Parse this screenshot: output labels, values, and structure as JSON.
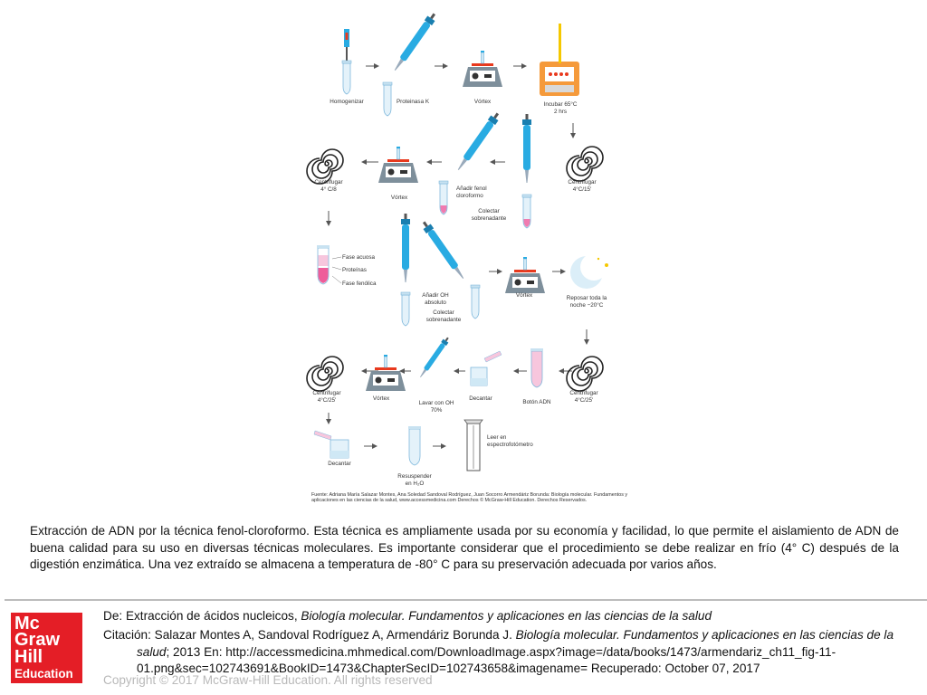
{
  "colors": {
    "blue": "#29abe2",
    "dark_blue": "#1a7fb0",
    "red": "#e8391d",
    "pink": "#f07bb0",
    "logo_red": "#e41e26",
    "gray": "#7a8a96",
    "copyright_gray": "#b9b9b9"
  },
  "steps": {
    "homogenizar": "Homogenizar",
    "proteinasa": "Proteinasa K",
    "vortex1": "Vórtex",
    "incubar": "Incubar 65°C\n2 hrs",
    "centrifugar1": "Centrifugar\n4°C/15'",
    "colectar1": "Colectar\nsobrenadante",
    "fenol": "Añadir fenol\ncloroformo",
    "vortex2": "Vórtex",
    "centrifugar2": "Centrifugar\n4° C/8",
    "fase_acuosa": "Fase acuosa",
    "proteinas": "Proteínas",
    "fase_fenolica": "Fase fenólica",
    "oh_absoluto": "Añadir OH\nabsoluto",
    "colectar2": "Colectar\nsobrenadante",
    "vortex3": "Vórtex",
    "reposar": "Reposar toda la\nnoche −20°C",
    "centrifugar3": "Centrifugar\n4°C/25'",
    "boton": "Botón ADN",
    "decantar1": "Decantar",
    "lavar": "Lavar con OH\n70%",
    "vortex4": "Vórtex",
    "centrifugar4": "Centrifugar\n4°C/25'",
    "decantar2": "Decantar",
    "resuspender": "Resuspender\nen H₂O",
    "leer": "Leer en\nespectrofotómetro"
  },
  "figure_source": "Fuente: Adriana María Salazar Montes, Ana Soledad Sandoval Rodríguez, Juan Socorro Armendáriz Borunda: Biología molecular. Fundamentos y aplicaciones en las ciencias de la salud, www.accessmedicina.com Derechos © McGraw-Hill Education. Derechos Reservados.",
  "caption": "Extracción de ADN por la técnica fenol-cloroformo. Esta técnica es ampliamente usada por su economía y facilidad, lo que permite el aislamiento de ADN de buena calidad para su uso en diversas técnicas moleculares. Es importante considerar que el procedimiento se debe realizar en frío (4° C) después de la digestión enzimática. Una vez extraído se almacena a temperatura de -80° C para su preservación adecuada por varios años.",
  "footer": {
    "from_prefix": "De: ",
    "from_chapter": "Extracción de ácidos nucleicos, ",
    "from_book": "Biología molecular. Fundamentos y aplicaciones en las ciencias de la salud",
    "cite_prefix": "Citación: Salazar Montes A, Sandoval Rodríguez A, Armendáriz Borunda J. ",
    "cite_book": "Biología molecular. Fundamentos y aplicaciones en las ciencias de la salud",
    "cite_rest": "; 2013 En: http://accessmedicina.mhmedical.com/DownloadImage.aspx?image=/data/books/1473/armendariz_ch11_fig-11-01.png&sec=102743691&BookID=1473&ChapterSecID=102743658&imagename= Recuperado: October 07, 2017",
    "copyright": "Copyright © 2017 McGraw-Hill Education. All rights reserved",
    "logo_lines": [
      "Mc",
      "Graw",
      "Hill",
      "Education"
    ]
  }
}
